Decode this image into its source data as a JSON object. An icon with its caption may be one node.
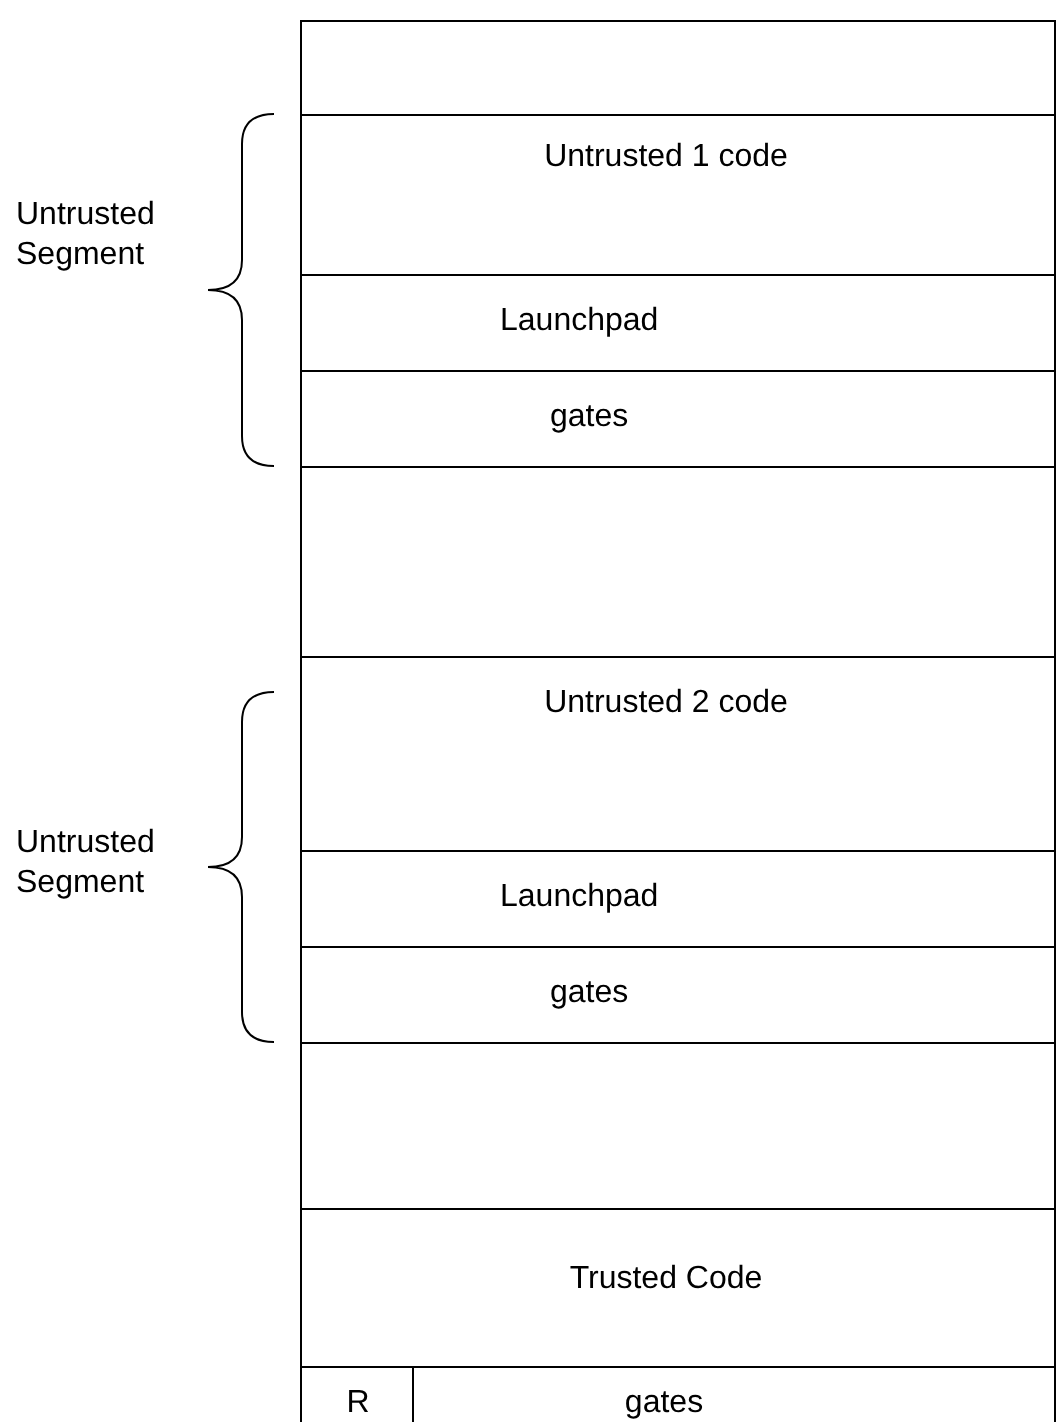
{
  "diagram": {
    "nodes": [
      {
        "text": [],
        "shape": "box"
      },
      {
        "text": [],
        "shape": "box",
        "in": 0
      },
      {
        "text": [
          "Untrusted 1 code"
        ],
        "in": 0
      },
      {
        "text": [
          "Launchpad"
        ],
        "in": 0
      },
      {
        "text": [
          "gates"
        ],
        "in": 0
      },
      {
        "text": [],
        "shape": "box",
        "in": 0
      },
      {
        "text": [
          "Untrusted 2 code"
        ],
        "in": 0
      },
      {
        "text": [
          "Launchpad"
        ],
        "in": 0
      },
      {
        "text": [
          "gates"
        ],
        "in": 0
      },
      {
        "text": [],
        "shape": "box",
        "in": 0
      },
      {
        "text": [
          "Trusted Code"
        ],
        "in": 0
      },
      {
        "text": [
          "R"
        ],
        "in": 0
      },
      {
        "text": [
          "gates"
        ],
        "in": 0
      }
    ],
    "labels": [
      "Untrusted Segment",
      "Untrusted Segment"
    ]
  }
}
